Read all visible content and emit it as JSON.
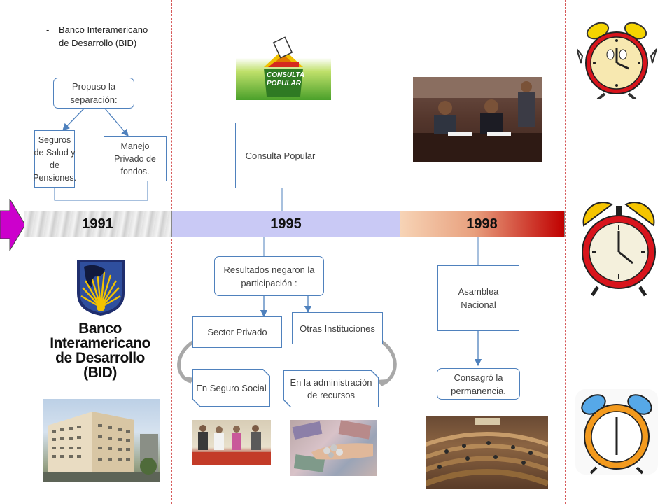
{
  "timeline": {
    "years": [
      "1991",
      "1995",
      "1998"
    ]
  },
  "col1991": {
    "bullet_dash": "-",
    "bullet_text": "Banco Interamericano de Desarrollo (BID)",
    "propuso": "Propuso la separación:",
    "seguros": "Seguros de Salud y de Pensiones.",
    "manejo": "Manejo Privado de fondos.",
    "logo_lines": [
      "Banco",
      "Interamericano",
      "de Desarrollo",
      "(BID)"
    ]
  },
  "col1995": {
    "consulta_badge": "CONSULTA POPULAR",
    "consulta": "Consulta Popular",
    "resultados": "Resultados negaron la participación :",
    "sector": "Sector Privado",
    "otras": "Otras Instituciones",
    "seguro_social": "En Seguro Social",
    "administracion": "En la administración de recursos"
  },
  "col1998": {
    "asamblea": "Asamblea Nacional",
    "consagro": "Consagró la permanencia."
  },
  "colors": {
    "dashed_line": "#d65a5a",
    "box_border": "#4f81bd",
    "arrow_magenta": "#cc00cc",
    "band_1995": "#c9c9f5",
    "band_1998_start": "#f5d0b0",
    "band_1998_end": "#c00000"
  }
}
